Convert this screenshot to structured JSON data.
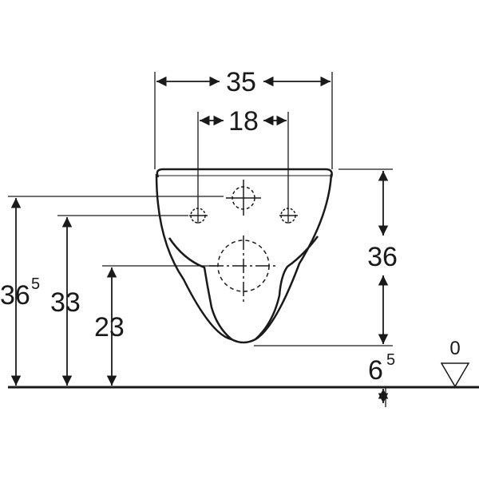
{
  "dimensions": {
    "width_total": "35",
    "hole_spacing": "18",
    "rim_to_bottom": "36",
    "top_hole_height": {
      "main": "36",
      "sup": "5"
    },
    "side_hole_height": "33",
    "outlet_height": "23",
    "bottom_clearance": {
      "main": "6",
      "sup": "5"
    },
    "floor_level": "0"
  },
  "colors": {
    "line": "#1a1a1a"
  }
}
